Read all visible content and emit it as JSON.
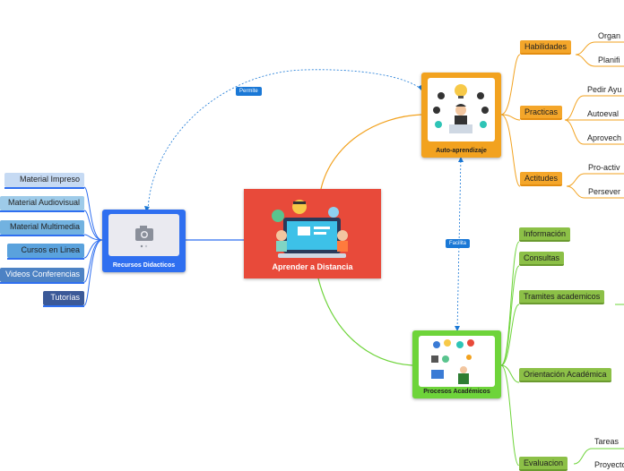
{
  "central": {
    "title": "Aprender a Distancia"
  },
  "hubs": {
    "recursos": "Recursos Didacticos",
    "auto": "Auto-aprendizaje",
    "procesos": "Procesos Académicos"
  },
  "connections": {
    "permite": "Permite",
    "facilita": "Facilita"
  },
  "recursos_items": [
    "Material Impreso",
    "Material Audiovisual",
    "Material Multimedia",
    "Cursos en Linea",
    "Videos Conferencias",
    "Tutorías"
  ],
  "auto_items": {
    "habilidades": {
      "label": "Habilidades",
      "leaves": [
        "Organ",
        "Planifi"
      ]
    },
    "practicas": {
      "label": "Practicas",
      "leaves": [
        "Pedir Ayu",
        "Autoeval",
        "Aprovech"
      ]
    },
    "actitudes": {
      "label": "Actitudes",
      "leaves": [
        "Pro-activ",
        "Persever"
      ]
    }
  },
  "procesos_items": [
    "Información",
    "Consultas",
    "Tramites academicos",
    "Orientación Académica",
    "Evaluacion"
  ],
  "evaluacion_leaves": [
    "Tareas",
    "Proyecto"
  ],
  "colors": {
    "central": "#e84a3a",
    "blue": "#2f6ff0",
    "orange": "#f2a21f",
    "green": "#6ed43a"
  }
}
